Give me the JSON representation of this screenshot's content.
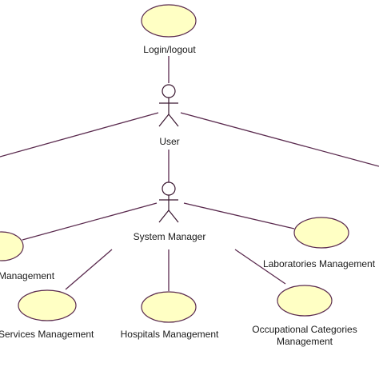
{
  "actors": {
    "user": "User",
    "system_manager": "System Manager"
  },
  "use_cases": {
    "login_logout": "Login/logout",
    "management_left": "Management",
    "laboratories_management": "Laboratories Management",
    "services_management": "Services Management",
    "hospitals_management": "Hospitals Management",
    "occupational_line1": "Occupational Categories",
    "occupational_line2": "Management"
  },
  "colors": {
    "use_case_fill": "#ffffc4",
    "outline": "#5a2a4e"
  }
}
